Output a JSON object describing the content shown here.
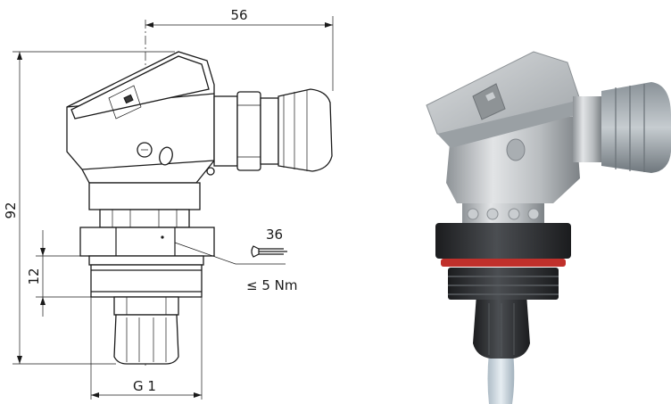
{
  "drawing": {
    "dimensions": {
      "width_top": "56",
      "height_total": "92",
      "thread_length": "12",
      "wrench_size": "36",
      "torque": "≤ 5 Nm",
      "thread": "G 1"
    }
  },
  "colors": {
    "line": "#1a1a1a",
    "metal": "#b9bdc0",
    "dark_nut": "#2a2c2e",
    "seal_red": "#c0302b",
    "cable": "#c7d3dc"
  },
  "icons": [
    "wrench-icon"
  ]
}
